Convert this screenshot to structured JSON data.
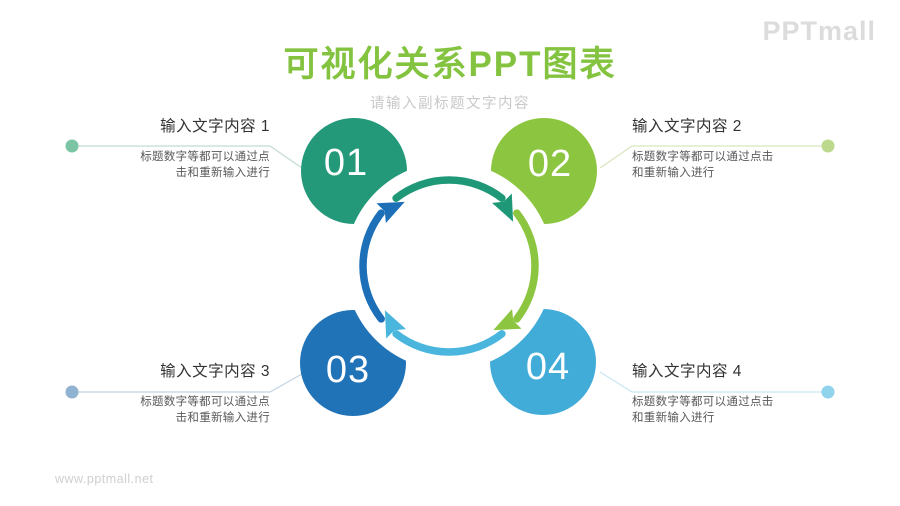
{
  "page": {
    "title": "可视化关系PPT图表",
    "subtitle": "请输入副标题文字内容",
    "logo": "PPTmall",
    "footer": "www.pptmall.net"
  },
  "colors": {
    "title_green": "#84c340",
    "subtitle_gray": "#c9c9c9",
    "logo_gray": "#dcdcdc",
    "heading_text": "#333333",
    "body_text": "#595959",
    "number_text": "#ffffff"
  },
  "items": [
    {
      "number": "01",
      "heading": "输入文字内容 1",
      "desc_line1": "标题数字等都可以通过点",
      "desc_line2": "击和重新输入进行",
      "circle_color": "#23997a",
      "dot_color": "#7cc5a4",
      "line_color": "#c2dcd0"
    },
    {
      "number": "02",
      "heading": "输入文字内容 2",
      "desc_line1": "标题数字等都可以通过点击",
      "desc_line2": "和重新输入进行",
      "circle_color": "#8cc540",
      "dot_color": "#bcd98d",
      "line_color": "#d6e6bc"
    },
    {
      "number": "03",
      "heading": "输入文字内容 3",
      "desc_line1": "标题数字等都可以通过点",
      "desc_line2": "击和重新输入进行",
      "circle_color": "#2173b8",
      "dot_color": "#8fb3d1",
      "line_color": "#c5d4e2"
    },
    {
      "number": "04",
      "heading": "输入文字内容 4",
      "desc_line1": "标题数字等都可以通过点击",
      "desc_line2": "和重新输入进行",
      "circle_color": "#42acd9",
      "dot_color": "#90d3ec",
      "line_color": "#c8e6f2"
    }
  ],
  "arrows": {
    "top": "#1f9878",
    "right": "#8cc540",
    "bottom": "#4ab6de",
    "left": "#1d6fb8"
  }
}
